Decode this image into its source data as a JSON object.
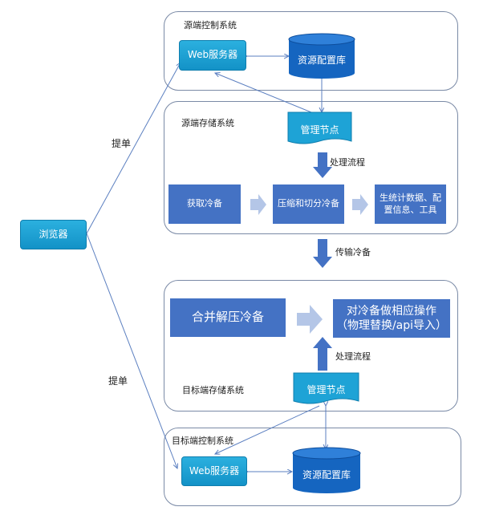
{
  "regions": {
    "src_ctrl": "源端控制系统",
    "src_storage": "源端存储系统",
    "tgt_storage": "目标端存储系统",
    "tgt_ctrl": "目标端控制系统"
  },
  "nodes": {
    "browser": "浏览器",
    "src_web": "Web服务器",
    "src_db": "资源配置库",
    "src_mgmt": "管理节点",
    "get_cold": "获取冷备",
    "compress": "压缩和切分冷备",
    "gen_stats": "生统计数据、配置信息、工具",
    "merge": "合并解压冷备",
    "ops_line1": "对冷备做相应操作",
    "ops_line2": "（物理替换/api导入）",
    "tgt_mgmt": "管理节点",
    "tgt_web": "Web服务器",
    "tgt_db": "资源配置库"
  },
  "labels": {
    "submit_top": "提单",
    "submit_bottom": "提单",
    "process_src": "处理流程",
    "transfer": "传输冷备",
    "process_tgt": "处理流程"
  },
  "colors": {
    "teal": "#1ea3d6",
    "blue": "#4472c4",
    "db": "#1565c0",
    "arrow": "#4472c4",
    "chevron": "#b4c6e7",
    "line": "#5b7fc0"
  }
}
